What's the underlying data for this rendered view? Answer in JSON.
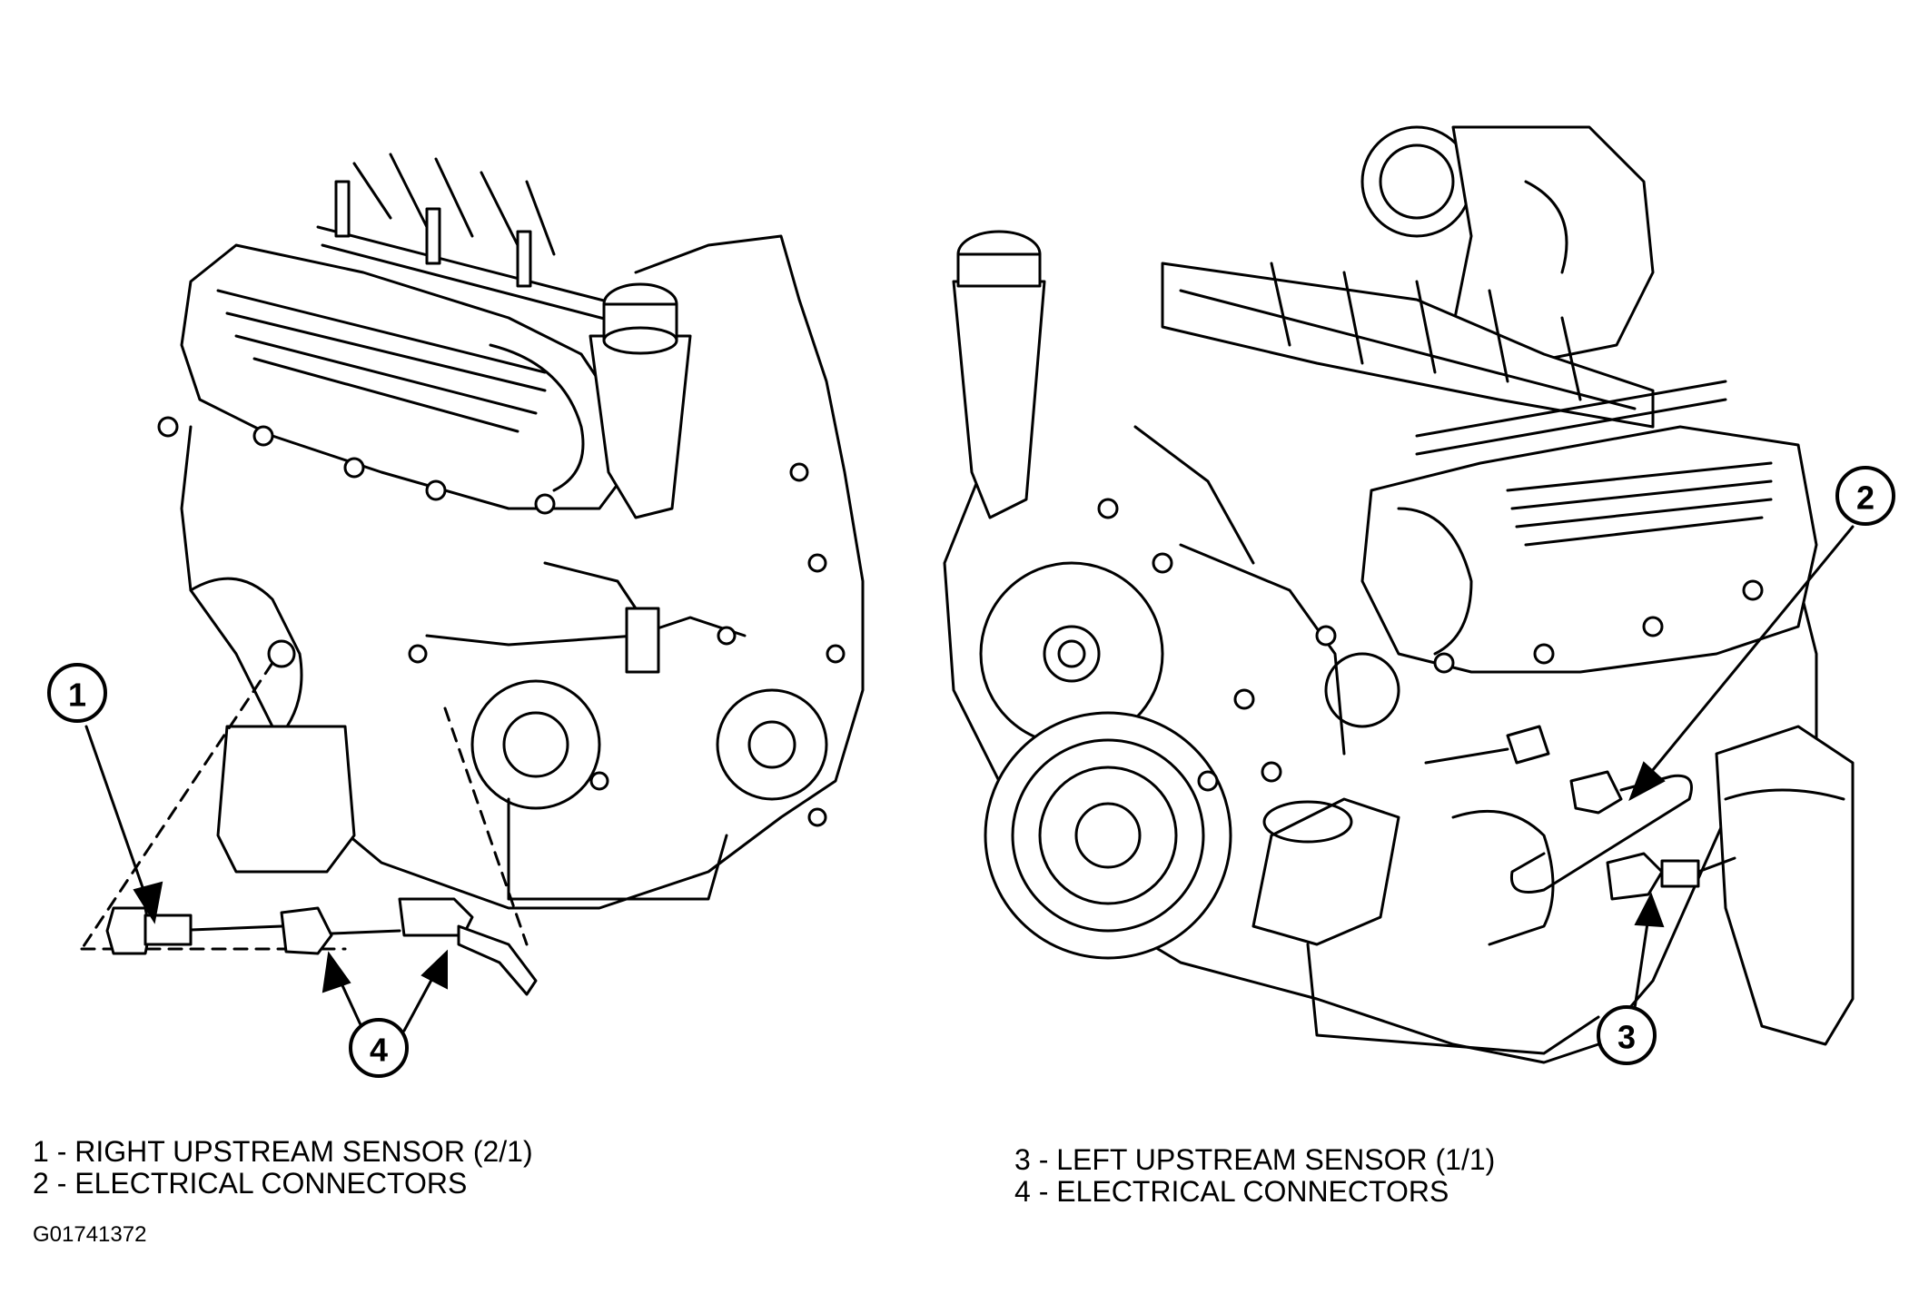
{
  "callouts": [
    {
      "number": "1"
    },
    {
      "number": "2"
    },
    {
      "number": "3"
    },
    {
      "number": "4"
    }
  ],
  "legend": {
    "left": [
      {
        "text": "1 - RIGHT UPSTREAM SENSOR (2/1)"
      },
      {
        "text": "2 - ELECTRICAL CONNECTORS"
      }
    ],
    "right": [
      {
        "text": "3 - LEFT UPSTREAM SENSOR (1/1)"
      },
      {
        "text": "4 - ELECTRICAL CONNECTORS"
      }
    ]
  },
  "figure_id": "G01741372"
}
